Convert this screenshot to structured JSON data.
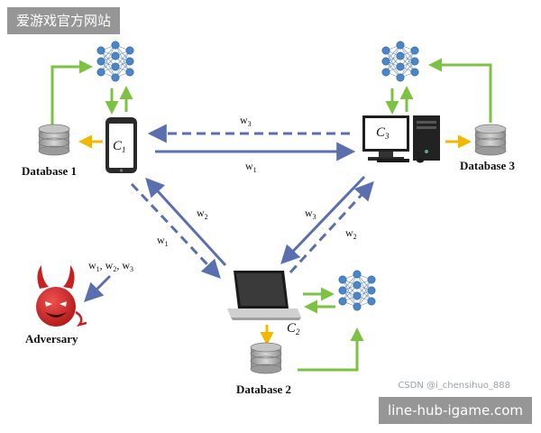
{
  "watermark_top": "爱游戏官方网站",
  "watermark_bottom": "line-hub-igame.com",
  "credit": "CSDN @i_chensihuo_888",
  "nodes": {
    "phone_label": "C",
    "phone_sub": "1",
    "desktop_label": "C",
    "desktop_sub": "3",
    "laptop_label": "C",
    "laptop_sub": "2"
  },
  "databases": {
    "db1": "Database 1",
    "db2": "Database 2",
    "db3": "Database 3"
  },
  "edges": {
    "w3_top": "w",
    "w3_top_sub": "3",
    "w1_top": "w",
    "w1_top_sub": "1",
    "w2_left": "w",
    "w2_left_sub": "2",
    "w1_left": "w",
    "w1_left_sub": "1",
    "w3_right": "w",
    "w3_right_sub": "3",
    "w2_right": "w",
    "w2_right_sub": "2"
  },
  "adversary": {
    "label": "Adversary",
    "weights": "w1, w2, w3"
  },
  "colors": {
    "blue_arrow": "#5a6fb0",
    "green_arrow": "#7dc242",
    "yellow_arrow": "#f2b800",
    "neuron": "#4a86c8",
    "devil_red": "#d42a2a"
  }
}
